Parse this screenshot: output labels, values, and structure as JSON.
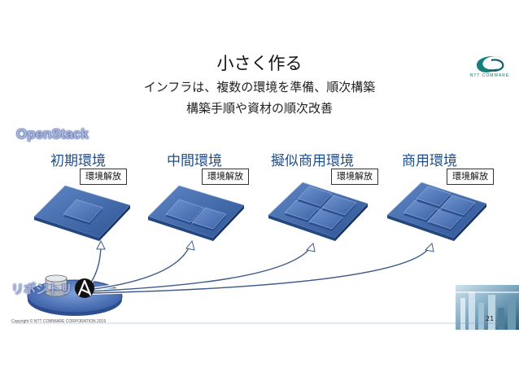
{
  "slide": {
    "title": "小さく作る",
    "subtitle_line1": "インフラは、複数の環境を準備、順次構築",
    "subtitle_line2": "構築手順や資材の順次改善",
    "platform_label": "OpenStack",
    "repository_label": "リポジトリ",
    "environments": [
      {
        "name": "初期環境",
        "action": "環境解放"
      },
      {
        "name": "中間環境",
        "action": "環境解放"
      },
      {
        "name": "擬似商用環境",
        "action": "環境解放"
      },
      {
        "name": "商用環境",
        "action": "環境解放"
      }
    ],
    "logo_text": "NTT COMWARE",
    "copyright": "Copyright © NTT COMWARE CORPORATION 2019",
    "page_number": "21"
  }
}
